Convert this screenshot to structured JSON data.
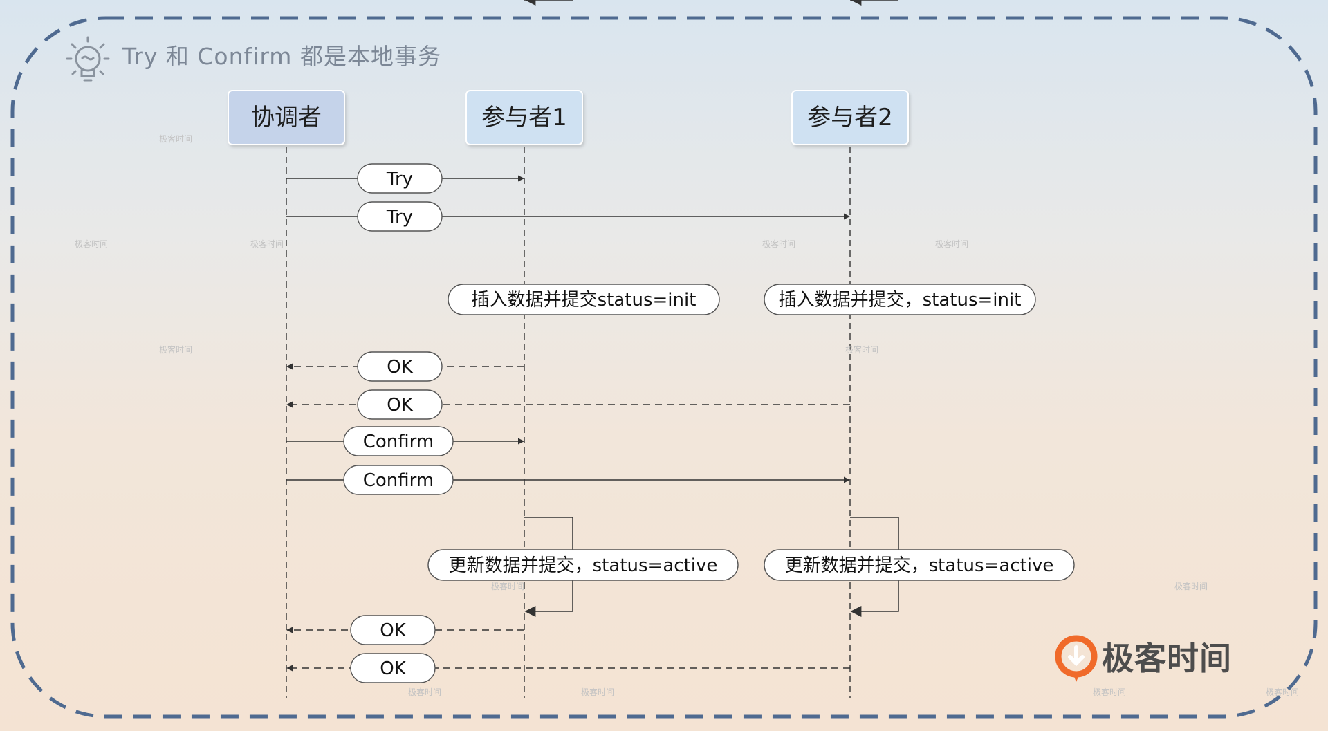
{
  "title": "Try 和 Confirm 都是本地事务",
  "participants": [
    {
      "name": "协调者",
      "fill": "#c5d3ea"
    },
    {
      "name": "参与者1",
      "fill": "#cfe1f2"
    },
    {
      "name": "参与者2",
      "fill": "#cfe1f2"
    }
  ],
  "messages": [
    {
      "label": "Try",
      "from": 0,
      "to": 1,
      "style": "solid"
    },
    {
      "label": "Try",
      "from": 0,
      "to": 2,
      "style": "solid"
    },
    {
      "label": "插入数据并提交status=init",
      "on": 1,
      "style": "self"
    },
    {
      "label": "插入数据并提交，status=init",
      "on": 2,
      "style": "self"
    },
    {
      "label": "OK",
      "from": 1,
      "to": 0,
      "style": "dashed"
    },
    {
      "label": "OK",
      "from": 2,
      "to": 0,
      "style": "dashed"
    },
    {
      "label": "Confirm",
      "from": 0,
      "to": 1,
      "style": "solid"
    },
    {
      "label": "Confirm",
      "from": 0,
      "to": 2,
      "style": "solid"
    },
    {
      "label": "更新数据并提交，status=active",
      "on": 1,
      "style": "self"
    },
    {
      "label": "更新数据并提交，status=active",
      "on": 2,
      "style": "self"
    },
    {
      "label": "OK",
      "from": 1,
      "to": 0,
      "style": "dashed"
    },
    {
      "label": "OK",
      "from": 2,
      "to": 0,
      "style": "dashed"
    }
  ],
  "logo": {
    "text": "极客时间",
    "accent": "#f06a2a"
  },
  "watermark": "极客时间",
  "colors": {
    "frame": "#4f6a90",
    "line": "#333333",
    "pill_border": "#555555"
  }
}
